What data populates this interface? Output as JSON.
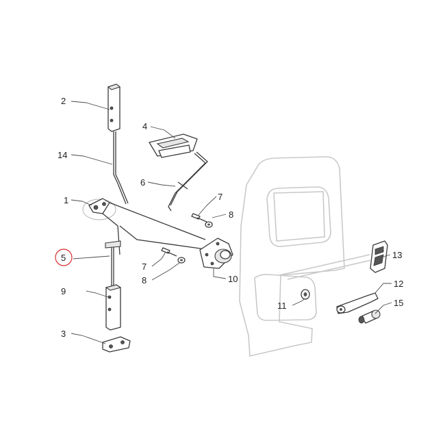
{
  "callouts": [
    {
      "id": "c2",
      "label": "2"
    },
    {
      "id": "c14",
      "label": "14"
    },
    {
      "id": "c4",
      "label": "4"
    },
    {
      "id": "c6",
      "label": "6"
    },
    {
      "id": "c1",
      "label": "1"
    },
    {
      "id": "c7a",
      "label": "7"
    },
    {
      "id": "c8a",
      "label": "8"
    },
    {
      "id": "c5",
      "label": "5",
      "highlighted": true
    },
    {
      "id": "c7b",
      "label": "7"
    },
    {
      "id": "c8b",
      "label": "8"
    },
    {
      "id": "c10",
      "label": "10"
    },
    {
      "id": "c9",
      "label": "9"
    },
    {
      "id": "c3",
      "label": "3"
    },
    {
      "id": "c13",
      "label": "13"
    },
    {
      "id": "c12",
      "label": "12"
    },
    {
      "id": "c11",
      "label": "11"
    },
    {
      "id": "c15",
      "label": "15"
    }
  ],
  "colors": {
    "highlight_ring": "#d62b2b",
    "line_art": "#3a3a3a",
    "door_outline": "#c9c9c9"
  }
}
